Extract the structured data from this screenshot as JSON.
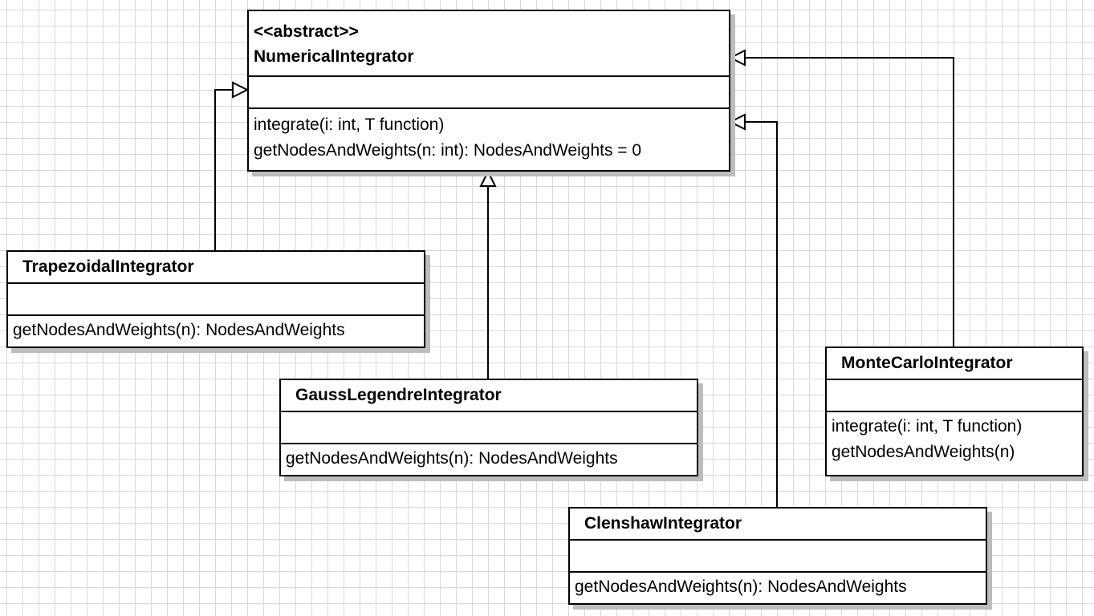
{
  "numerical_integrator": {
    "stereotype": "<<abstract>>",
    "name": "NumericalIntegrator",
    "operations": [
      "integrate(i: int, T function)",
      "getNodesAndWeights(n: int): NodesAndWeights = 0"
    ]
  },
  "trapezoidal_integrator": {
    "name": "TrapezoidalIntegrator",
    "operations": [
      "getNodesAndWeights(n): NodesAndWeights"
    ]
  },
  "gauss_legendre_integrator": {
    "name": "GaussLegendreIntegrator",
    "operations": [
      "getNodesAndWeights(n): NodesAndWeights"
    ]
  },
  "clenshaw_integrator": {
    "name": "ClenshawIntegrator",
    "operations": [
      "getNodesAndWeights(n): NodesAndWeights"
    ]
  },
  "monte_carlo_integrator": {
    "name": "MonteCarloIntegrator",
    "operations": [
      "integrate(i: int, T function)",
      "getNodesAndWeights(n)"
    ]
  },
  "relationships": [
    {
      "type": "generalization",
      "from": "TrapezoidalIntegrator",
      "to": "NumericalIntegrator"
    },
    {
      "type": "generalization",
      "from": "GaussLegendreIntegrator",
      "to": "NumericalIntegrator"
    },
    {
      "type": "generalization",
      "from": "ClenshawIntegrator",
      "to": "NumericalIntegrator"
    },
    {
      "type": "generalization",
      "from": "MonteCarloIntegrator",
      "to": "NumericalIntegrator"
    }
  ],
  "colors": {
    "line": "#000000",
    "grid": "#d9d9d9",
    "shadow": "#bdbdbd",
    "box_fill": "#ffffff"
  }
}
